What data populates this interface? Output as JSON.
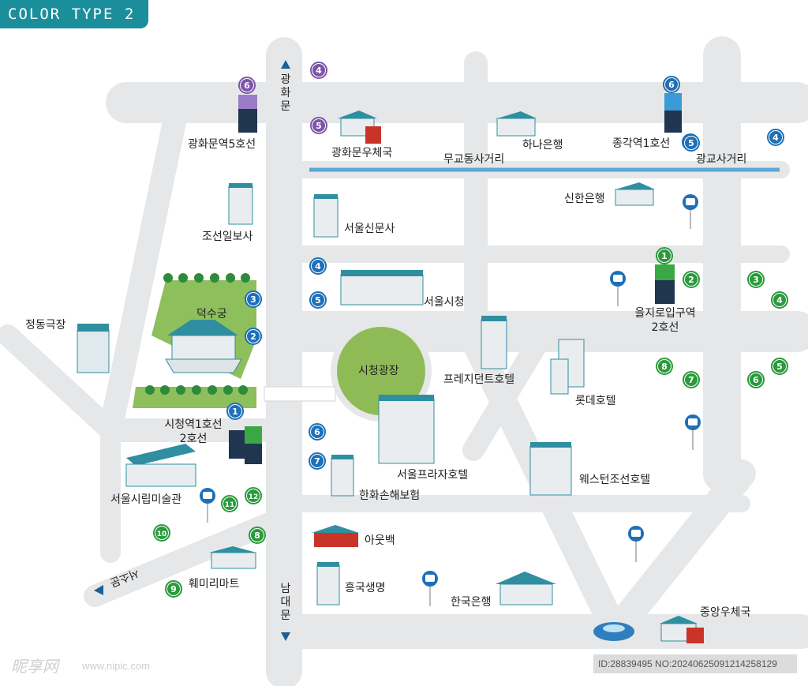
{
  "title": "COLOR TYPE 2",
  "watermark": {
    "site": "昵享网",
    "url": "www.nipic.com",
    "id": "ID:28839495 NO:20240625091214258129"
  },
  "streets": {
    "gwanghwamun": [
      "광",
      "화",
      "문"
    ],
    "namdaemun": [
      "남",
      "대",
      "문"
    ],
    "seosomun": "서소문"
  },
  "places": {
    "gwanghwamun_stn5": "광화문역5호선",
    "gwanghwamun_post": "광화문우체국",
    "hana_bank": "하나은행",
    "jonggak_stn1": "종각역1호선",
    "mugyo": "무교동사거리",
    "gwanggyo": "광교사거리",
    "shinhan_bank": "신한은행",
    "chosun_ilbo": "조선일보사",
    "seoul_shinmun": "서울신문사",
    "deoksugung": "덕수궁",
    "seoul_cityhall": "서울시청",
    "euljiro_stn": "을지로입구역",
    "euljiro_line": "2호선",
    "jeongdong": "정동극장",
    "city_plaza": "시청광장",
    "president_hotel": "프레지던트호텔",
    "lotte_hotel": "롯데호텔",
    "cityhall_stn": "시청역1호선",
    "cityhall_line": "2호선",
    "seoul_art_museum": "서울시립미술관",
    "plaza_hotel": "서울프라자호텔",
    "westin_hotel": "웨스턴조선호텔",
    "hanwha": "한화손해보험",
    "outback": "아웃백",
    "heungkuk": "흥국생명",
    "bank_of_korea": "한국은행",
    "central_post": "중앙우체국",
    "hyemiri": "훼미리마트"
  },
  "exits": [
    {
      "n": "1",
      "color": "#2a9a3c"
    },
    {
      "n": "2",
      "color": "#2a9a3c"
    },
    {
      "n": "3",
      "color": "#2a9a3c"
    },
    {
      "n": "4",
      "color": "#2a9a3c"
    },
    {
      "n": "5",
      "color": "#2a9a3c"
    },
    {
      "n": "6",
      "color": "#2a9a3c"
    },
    {
      "n": "7",
      "color": "#2a9a3c"
    },
    {
      "n": "8",
      "color": "#2a9a3c"
    },
    {
      "n": "1",
      "color": "#1d6fb8"
    },
    {
      "n": "2",
      "color": "#1d6fb8"
    },
    {
      "n": "3",
      "color": "#1d6fb8"
    },
    {
      "n": "4",
      "color": "#1d6fb8"
    },
    {
      "n": "5",
      "color": "#1d6fb8"
    },
    {
      "n": "6",
      "color": "#1d6fb8"
    },
    {
      "n": "7",
      "color": "#1d6fb8"
    },
    {
      "n": "8",
      "color": "#2a9a3c"
    },
    {
      "n": "9",
      "color": "#2a9a3c"
    },
    {
      "n": "10",
      "color": "#2a9a3c"
    },
    {
      "n": "11",
      "color": "#2a9a3c"
    },
    {
      "n": "12",
      "color": "#2a9a3c"
    },
    {
      "n": "4",
      "color": "#7c55a8"
    },
    {
      "n": "5",
      "color": "#7c55a8"
    },
    {
      "n": "6",
      "color": "#7c55a8"
    },
    {
      "n": "4",
      "color": "#1d6fb8"
    },
    {
      "n": "5",
      "color": "#1d6fb8"
    },
    {
      "n": "6",
      "color": "#1d6fb8"
    },
    {
      "n": "5",
      "color": "#1d6fb8"
    }
  ],
  "colors": {
    "road": "#e6e7e8",
    "park": "#8dbf5c",
    "plaza": "#8fbb57",
    "building": "#2f8fa0",
    "water_line": "#5aa8d6"
  }
}
